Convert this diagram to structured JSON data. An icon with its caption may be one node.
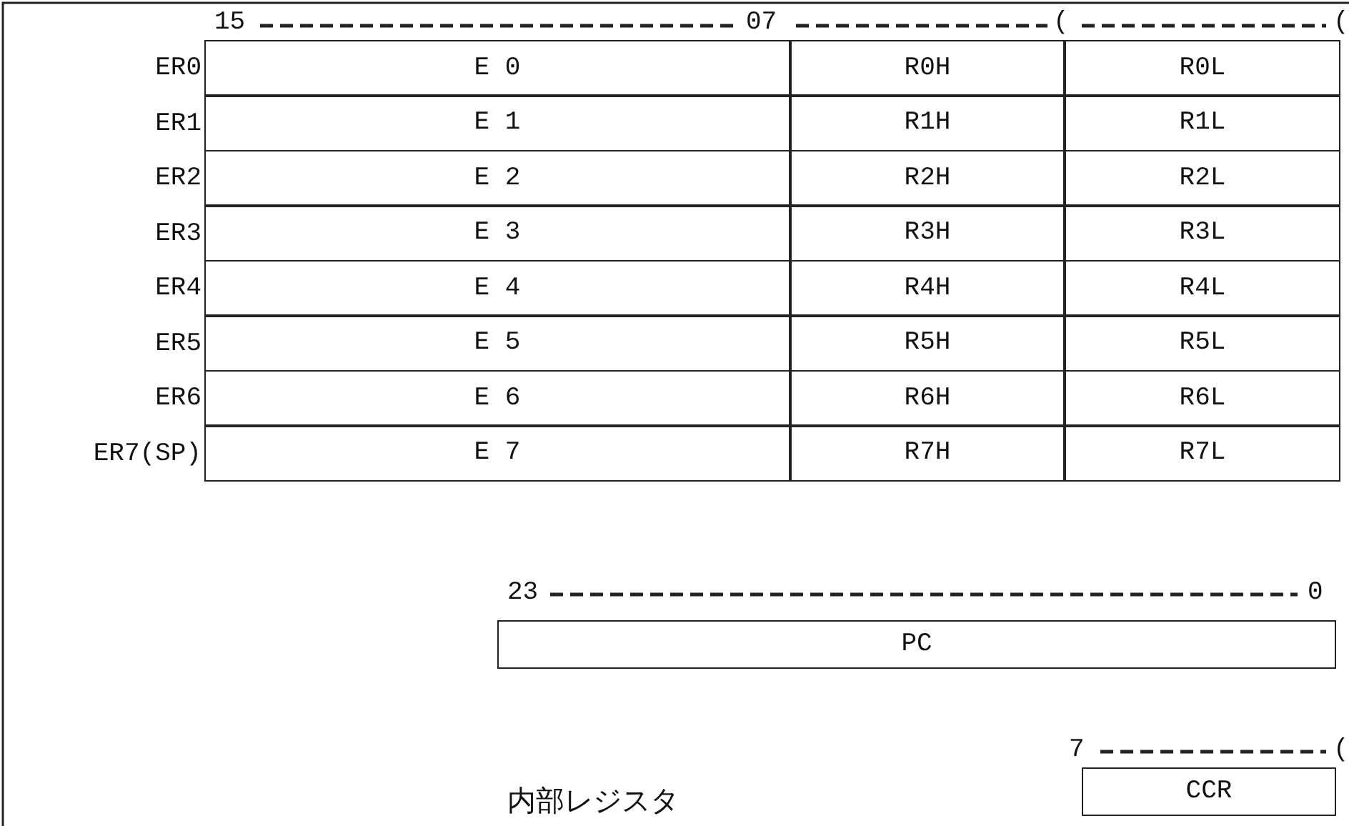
{
  "diagram": {
    "nodes": [
      {
        "text": [
          "E 0"
        ]
      },
      {
        "text": [
          "R0H"
        ]
      },
      {
        "text": [
          "R0L"
        ]
      },
      {
        "text": [
          "E 1"
        ]
      },
      {
        "text": [
          "R1H"
        ]
      },
      {
        "text": [
          "R1L"
        ]
      },
      {
        "text": [
          "E 2"
        ]
      },
      {
        "text": [
          "R2H"
        ]
      },
      {
        "text": [
          "R2L"
        ]
      },
      {
        "text": [
          "E 3"
        ]
      },
      {
        "text": [
          "R3H"
        ]
      },
      {
        "text": [
          "R3L"
        ]
      },
      {
        "text": [
          "E 4"
        ]
      },
      {
        "text": [
          "R4H"
        ]
      },
      {
        "text": [
          "R4L"
        ]
      },
      {
        "text": [
          "E 5"
        ]
      },
      {
        "text": [
          "R5H"
        ]
      },
      {
        "text": [
          "R5L"
        ]
      },
      {
        "text": [
          "E 6"
        ]
      },
      {
        "text": [
          "R6H"
        ]
      },
      {
        "text": [
          "R6L"
        ]
      },
      {
        "text": [
          "E 7"
        ]
      },
      {
        "text": [
          "R7H"
        ]
      },
      {
        "text": [
          "R7L"
        ]
      },
      {
        "text": [
          "PC"
        ]
      },
      {
        "text": [
          "CCR"
        ]
      }
    ],
    "edges": [],
    "labels": [
      "15",
      "07",
      "(",
      "(",
      "ER0",
      "ER1",
      "ER2",
      "ER3",
      "ER4",
      "ER5",
      "ER6",
      "ER7(SP)",
      "23",
      "0",
      "7",
      "(",
      "内部レジスタ"
    ]
  }
}
